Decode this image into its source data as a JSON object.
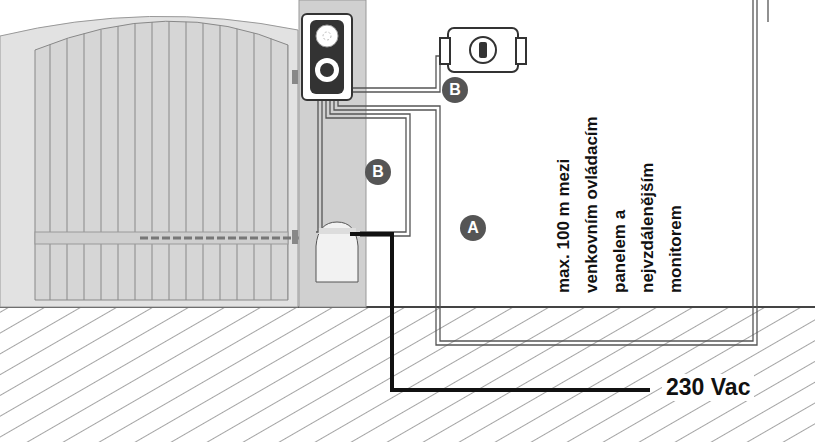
{
  "diagram": {
    "labels": [
      "B",
      "B",
      "A",
      "max. 100 m mezi venkovním ovládacím panelem a nejvzdálenějším monitorem",
      "230 Vac"
    ]
  }
}
